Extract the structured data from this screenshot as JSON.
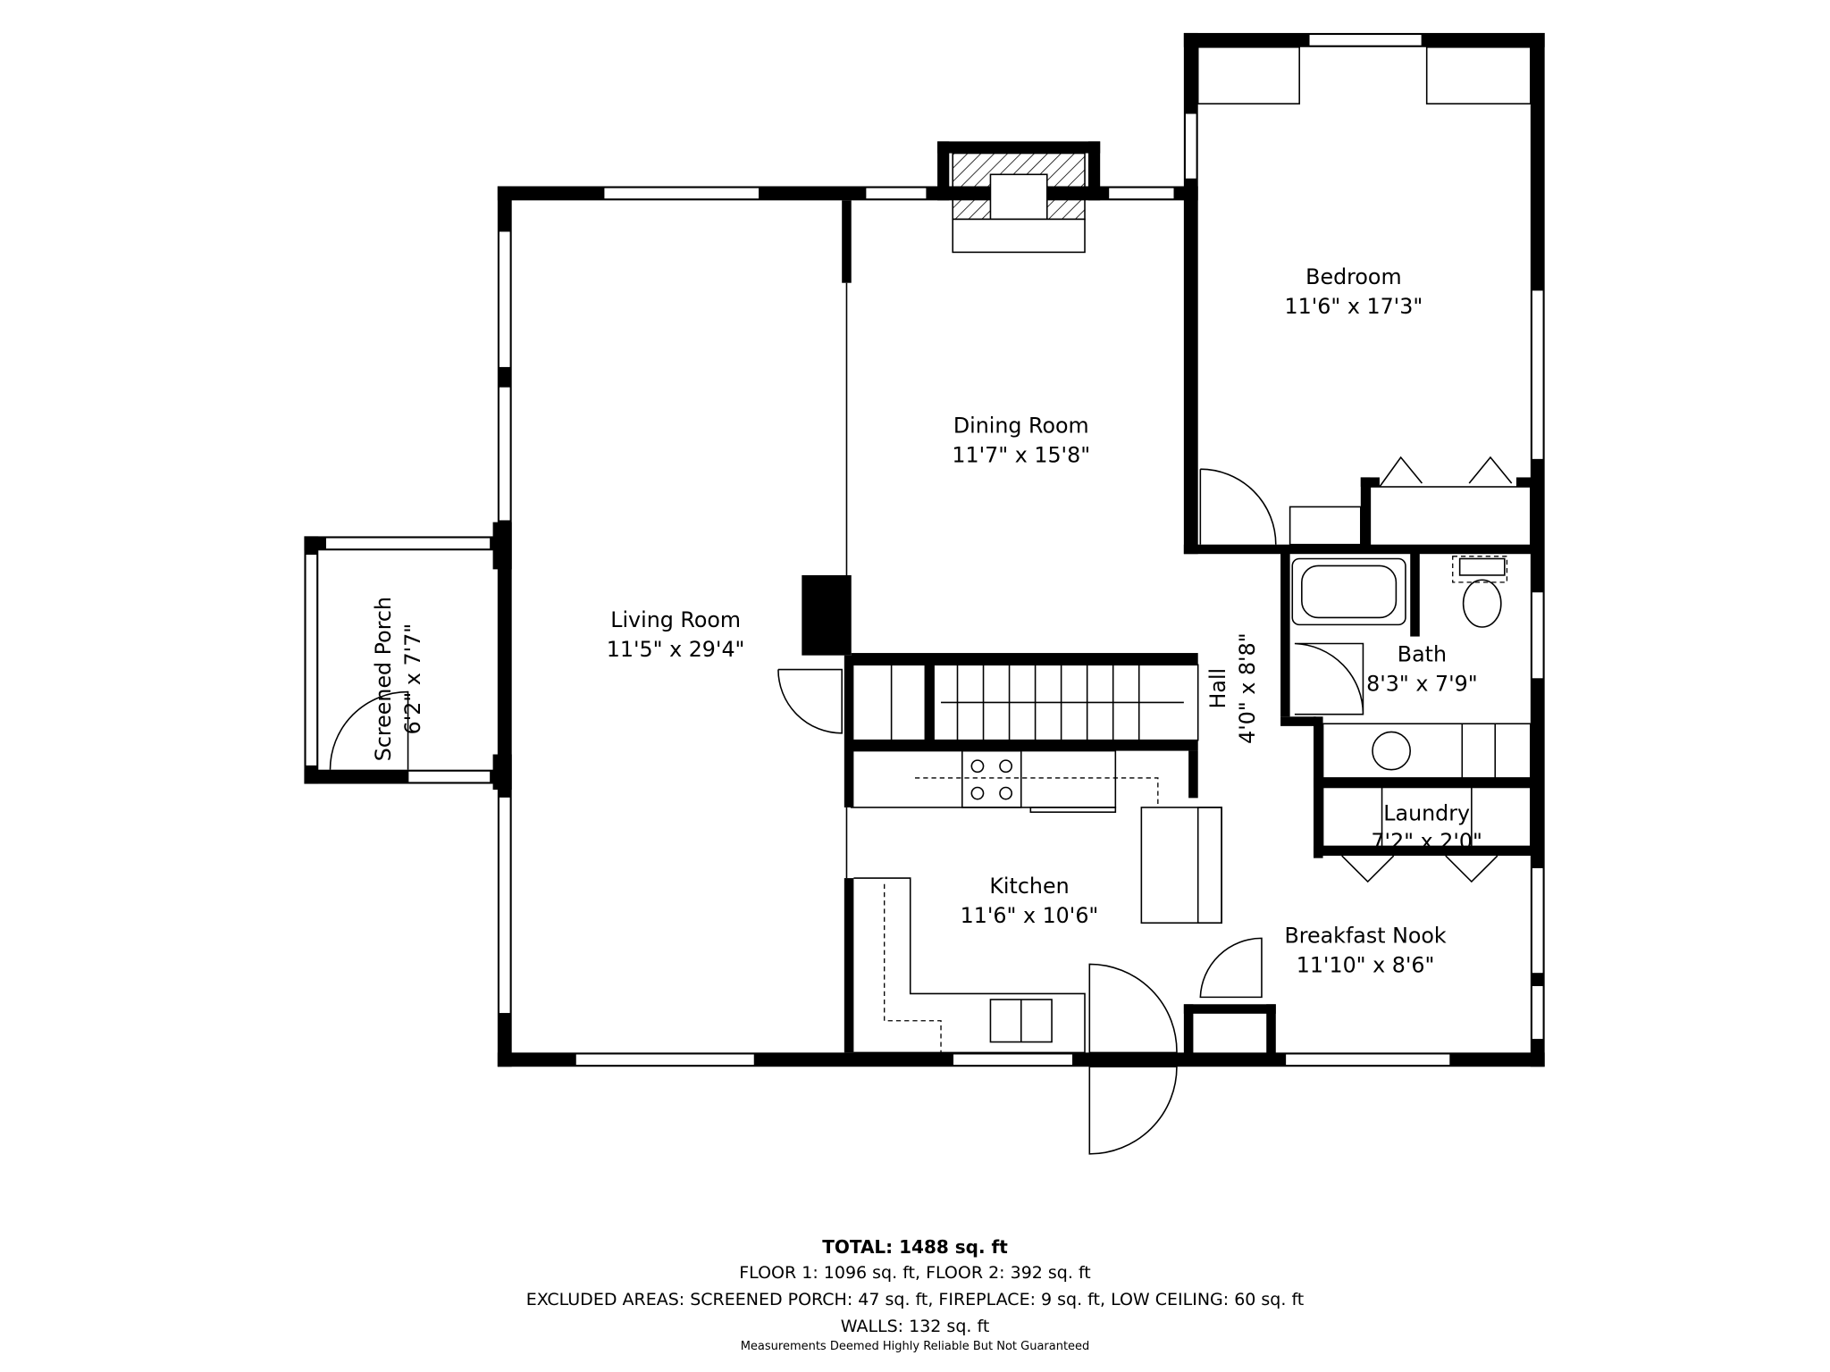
{
  "rooms": {
    "bedroom": {
      "name": "Bedroom",
      "size": "11'6\" x 17'3\""
    },
    "dining": {
      "name": "Dining Room",
      "size": "11'7\" x 15'8\""
    },
    "living": {
      "name": "Living Room",
      "size": "11'5\" x 29'4\""
    },
    "porch": {
      "name": "Screened Porch",
      "size": "6'2\" x 7'7\""
    },
    "hall": {
      "name": "Hall",
      "size": "4'0\" x 8'8\""
    },
    "bath": {
      "name": "Bath",
      "size": "8'3\" x 7'9\""
    },
    "laundry": {
      "name": "Laundry",
      "size": "7'2\" x 2'0\""
    },
    "kitchen": {
      "name": "Kitchen",
      "size": "11'6\" x 10'6\""
    },
    "nook": {
      "name": "Breakfast Nook",
      "size": "11'10\" x 8'6\""
    }
  },
  "footer": {
    "total": "TOTAL: 1488 sq. ft",
    "floors": "FLOOR 1: 1096 sq. ft, FLOOR 2: 392 sq. ft",
    "excluded": "EXCLUDED AREAS: SCREENED PORCH: 47 sq. ft, FIREPLACE: 9 sq. ft, LOW CEILING: 60 sq. ft",
    "walls": "WALLS: 132 sq. ft",
    "disclaimer": "Measurements Deemed Highly Reliable But Not Guaranteed"
  }
}
